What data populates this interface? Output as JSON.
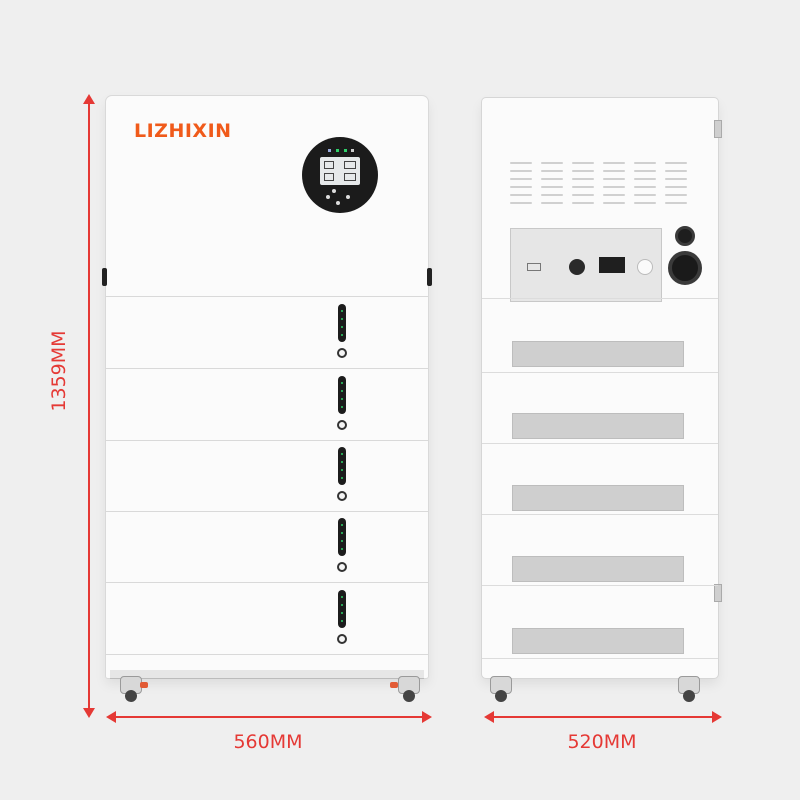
{
  "brand": {
    "logo_text": "LIZHIXIN",
    "logo_color": "#f05a1a"
  },
  "dimensions": {
    "height_label": "1359MM",
    "front_width_label": "560MM",
    "back_width_label": "520MM",
    "color": "#e53935"
  },
  "front_unit": {
    "display": "inverter-control-panel",
    "battery_modules": 5,
    "module_led_color": "#2fd06a"
  },
  "back_unit": {
    "battery_modules": 5,
    "connector_panel": "rear-io-panel"
  }
}
